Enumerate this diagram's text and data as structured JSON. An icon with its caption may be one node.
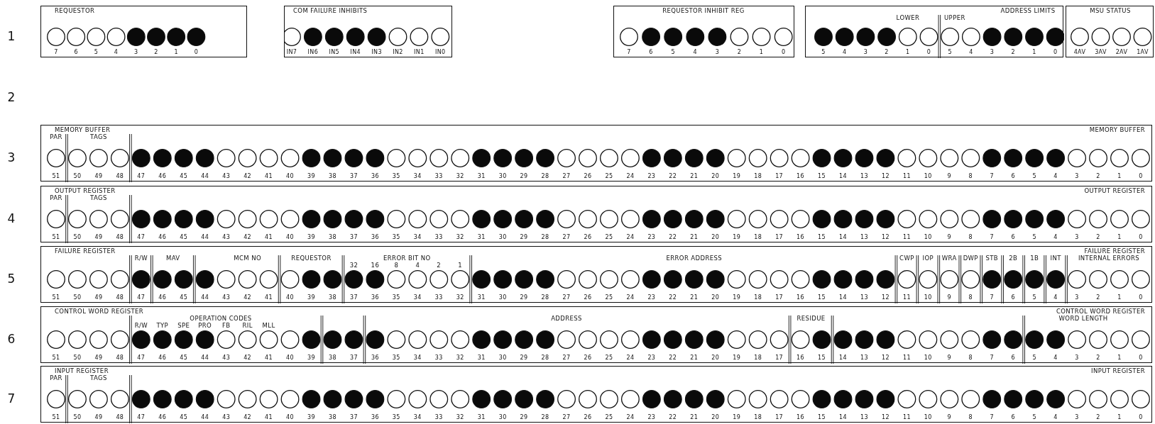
{
  "diagram": {
    "nodes": [
      {
        "text": [
          "REQUESTOR",
          "7",
          "6",
          "5",
          "4",
          "3",
          "2",
          "1",
          "0"
        ]
      },
      {
        "text": [
          "COM FAILURE INHIBITS",
          "IN7",
          "IN6",
          "IN5",
          "IN4",
          "IN3",
          "IN2",
          "IN1",
          "IN0"
        ]
      },
      {
        "text": [
          "REQUESTOR INHIBIT REG",
          "7",
          "6",
          "5",
          "4",
          "3",
          "2",
          "1",
          "0"
        ]
      },
      {
        "text": [
          "ADDRESS LIMITS",
          "LOWER",
          "UPPER",
          "5",
          "4",
          "3",
          "2",
          "1",
          "0",
          "5",
          "4",
          "3",
          "2",
          "1",
          "0"
        ]
      },
      {
        "text": [
          "MSU STATUS",
          "4AV",
          "3AV",
          "2AV",
          "1AV"
        ]
      },
      {
        "text": [
          "MEMORY BUFFER",
          "PAR",
          "TAGS",
          "MEMORY BUFFER",
          "51",
          "50",
          "49",
          "48",
          "47",
          "46",
          "45",
          "44",
          "43",
          "42",
          "41",
          "40",
          "39",
          "38",
          "37",
          "36",
          "35",
          "34",
          "33",
          "32",
          "31",
          "30",
          "29",
          "28",
          "27",
          "26",
          "25",
          "24",
          "23",
          "22",
          "21",
          "20",
          "19",
          "18",
          "17",
          "16",
          "15",
          "14",
          "13",
          "12",
          "11",
          "10",
          "9",
          "8",
          "7",
          "6",
          "5",
          "4",
          "3",
          "2",
          "1",
          "0"
        ]
      },
      {
        "text": [
          "OUTPUT REGISTER",
          "PAR",
          "TAGS",
          "OUTPUT REGISTER",
          "51",
          "50",
          "49",
          "48",
          "47",
          "46",
          "45",
          "44",
          "43",
          "42",
          "41",
          "40",
          "39",
          "38",
          "37",
          "36",
          "35",
          "34",
          "33",
          "32",
          "31",
          "30",
          "29",
          "28",
          "27",
          "26",
          "25",
          "24",
          "23",
          "22",
          "21",
          "20",
          "19",
          "18",
          "17",
          "16",
          "15",
          "14",
          "13",
          "12",
          "11",
          "10",
          "9",
          "8",
          "7",
          "6",
          "5",
          "4",
          "3",
          "2",
          "1",
          "0"
        ]
      },
      {
        "text": [
          "FAILURE REGISTER",
          "R/W",
          "MAV",
          "MCM NO",
          "REQUESTOR",
          "ERROR BIT NO",
          "32",
          "16",
          "8",
          "4",
          "2",
          "1",
          "ERROR ADDRESS",
          "CWP",
          "IOP",
          "WRA",
          "DWP",
          "STB",
          "2B",
          "1B",
          "INT",
          "FAILURE REGISTER",
          "INTERNAL ERRORS",
          "51",
          "50",
          "49",
          "48",
          "47",
          "46",
          "45",
          "44",
          "43",
          "42",
          "41",
          "40",
          "39",
          "38",
          "37",
          "36",
          "35",
          "34",
          "33",
          "32",
          "31",
          "30",
          "29",
          "28",
          "27",
          "26",
          "25",
          "24",
          "23",
          "22",
          "21",
          "20",
          "19",
          "18",
          "17",
          "16",
          "15",
          "14",
          "13",
          "12",
          "11",
          "10",
          "9",
          "8",
          "7",
          "6",
          "5",
          "4",
          "3",
          "2",
          "1",
          "0"
        ]
      },
      {
        "text": [
          "CONTROL WORD REGISTER",
          "OPERATION CODES",
          "R/W",
          "TYP",
          "SPE",
          "PRO",
          "FB",
          "RIL",
          "MLL",
          "ADDRESS",
          "RESIDUE",
          "CONTROL WORD REGISTER",
          "WORD LENGTH",
          "51",
          "50",
          "49",
          "48",
          "47",
          "46",
          "45",
          "44",
          "43",
          "42",
          "41",
          "40",
          "39",
          "38",
          "37",
          "36",
          "35",
          "34",
          "33",
          "32",
          "31",
          "30",
          "29",
          "28",
          "27",
          "26",
          "25",
          "24",
          "23",
          "22",
          "21",
          "20",
          "19",
          "18",
          "17",
          "16",
          "15",
          "14",
          "13",
          "12",
          "11",
          "10",
          "9",
          "8",
          "7",
          "6",
          "5",
          "4",
          "3",
          "2",
          "1",
          "0"
        ]
      },
      {
        "text": [
          "INPUT REGISTER",
          "PAR",
          "TAGS",
          "INPUT REGISTER",
          "51",
          "50",
          "49",
          "48",
          "47",
          "46",
          "45",
          "44",
          "43",
          "42",
          "41",
          "40",
          "39",
          "38",
          "37",
          "36",
          "35",
          "34",
          "33",
          "32",
          "31",
          "30",
          "29",
          "28",
          "27",
          "26",
          "25",
          "24",
          "23",
          "22",
          "21",
          "20",
          "19",
          "18",
          "17",
          "16",
          "15",
          "14",
          "13",
          "12",
          "11",
          "10",
          "9",
          "8",
          "7",
          "6",
          "5",
          "4",
          "3",
          "2",
          "1",
          "0"
        ]
      }
    ],
    "labels": [
      "1",
      "2",
      "3",
      "4",
      "5",
      "6",
      "7"
    ]
  }
}
